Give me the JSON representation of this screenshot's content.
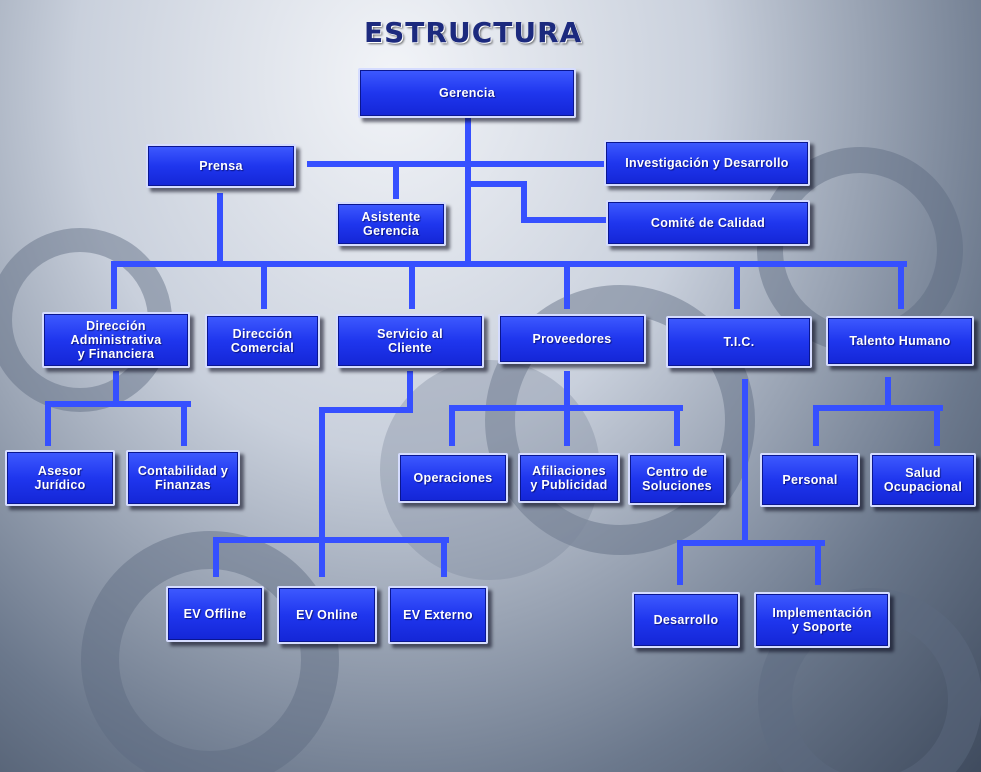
{
  "header": {
    "title": "ESTRUCTURA"
  },
  "colors": {
    "box_fill": "#2238f0",
    "box_border": "#d5dcff",
    "connector": "#3650ff"
  },
  "nodes": {
    "gerencia": "Gerencia",
    "prensa": "Prensa",
    "investigacion": "Investigación y Desarrollo",
    "asistente": "Asistente\nGerencia",
    "comite": "Comité de Calidad",
    "dir_admin": "Dirección\nAdministrativa\ny Financiera",
    "dir_comercial": "Dirección\nComercial",
    "servicio": "Servicio al\nCliente",
    "proveedores": "Proveedores",
    "tic": "T.I.C.",
    "talento": "Talento Humano",
    "asesor": "Asesor\nJurídico",
    "contabilidad": "Contabilidad  y  Finanzas",
    "operaciones": "Operaciones",
    "afiliaciones": "Afiliaciones\ny Publicidad",
    "centro": "Centro de\nSoluciones",
    "personal": "Personal",
    "salud": "Salud\nOcupacional",
    "ev_offline": "EV Offline",
    "ev_online": "EV Online",
    "ev_externo": "EV Externo",
    "desarrollo": "Desarrollo",
    "implementacion": "Implementación\ny Soporte"
  }
}
